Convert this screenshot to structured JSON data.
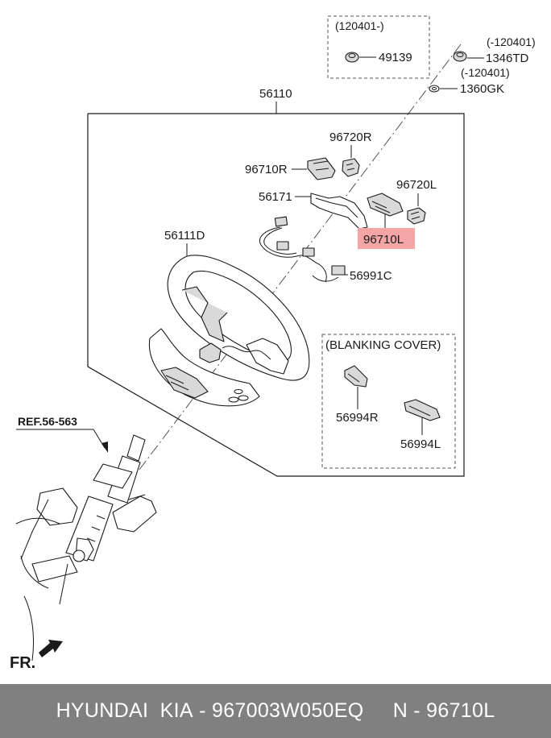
{
  "diagram": {
    "labels": {
      "date_range_box": "(120401-)",
      "nut_49139": "49139",
      "date_1346td": "(-120401)",
      "part_1346td": "1346TD",
      "date_1360gk": "(-120401)",
      "part_1360gk": "1360GK",
      "part_56110": "56110",
      "part_96720r": "96720R",
      "part_96710r": "96710R",
      "part_56171": "56171",
      "part_96720l": "96720L",
      "part_96710l": "96710L",
      "part_56111d": "56111D",
      "part_56991c": "56991C",
      "blanking_cover": "(BLANKING COVER)",
      "part_56994r": "56994R",
      "part_56994l": "56994L",
      "ref": "REF.56-563",
      "front": "FR."
    },
    "highlight_color": "#f4a5a5"
  },
  "footer": {
    "brand": "HYUNDAI  KIA",
    "separator": " - ",
    "part_number": "967003W050EQ",
    "gap": "     ",
    "ref": "N - 96710L"
  }
}
